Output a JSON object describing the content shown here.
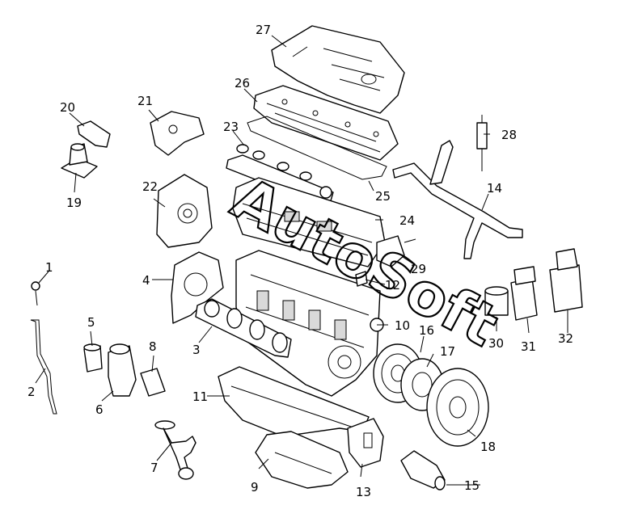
{
  "watermark": "AutoSoft",
  "callouts": [
    "1",
    "2",
    "3",
    "4",
    "5",
    "6",
    "7",
    "8",
    "9",
    "10",
    "11",
    "12",
    "13",
    "14",
    "15",
    "16",
    "17",
    "18",
    "19",
    "20",
    "21",
    "22",
    "23",
    "24",
    "25",
    "26",
    "27",
    "28",
    "29",
    "30",
    "31",
    "32"
  ]
}
